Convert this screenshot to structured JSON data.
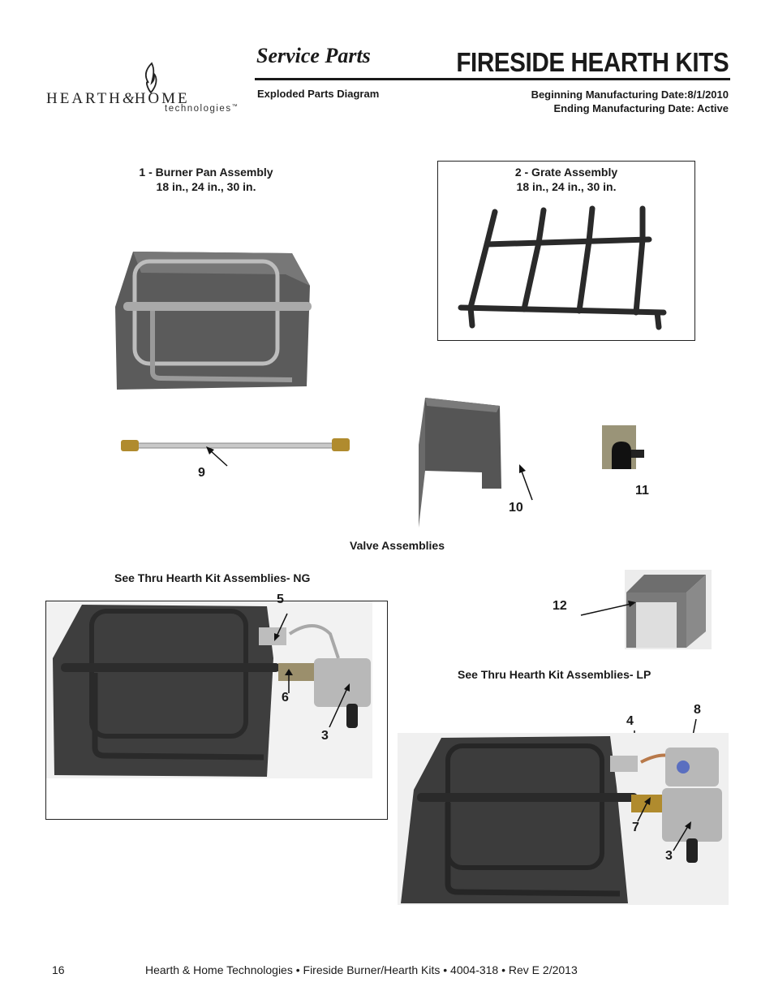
{
  "header": {
    "logo_main_left": "HEARTH",
    "logo_ampersand": "&",
    "logo_main_right": "HOME",
    "logo_sub": "technologies",
    "logo_tm": "™",
    "service_parts": "Service Parts",
    "title": "FIRESIDE HEARTH KITS",
    "subtitle": "Exploded Parts Diagram",
    "begin_date": "Beginning Manufacturing Date:8/1/2010",
    "end_date": "Ending Manufacturing Date: Active"
  },
  "parts": {
    "burner_pan_title": "1 - Burner Pan Assembly",
    "burner_pan_sizes": "18 in., 24 in., 30 in.",
    "grate_title": "2 - Grate Assembly",
    "grate_sizes": "18 in., 24 in., 30 in."
  },
  "callouts": {
    "c9": "9",
    "c10": "10",
    "c11": "11",
    "c12": "12",
    "c5": "5",
    "c6": "6",
    "c3a": "3",
    "c4": "4",
    "c8": "8",
    "c7": "7",
    "c3b": "3"
  },
  "sections": {
    "valve_assemblies": "Valve Assemblies",
    "ng_title": "See Thru Hearth Kit Assemblies- NG",
    "lp_title": "See Thru Hearth Kit Assemblies- LP"
  },
  "footer": {
    "page_number": "16",
    "text": "Hearth & Home Technologies • Fireside Burner/Hearth Kits • 4004-318 • Rev E 2/2013"
  }
}
